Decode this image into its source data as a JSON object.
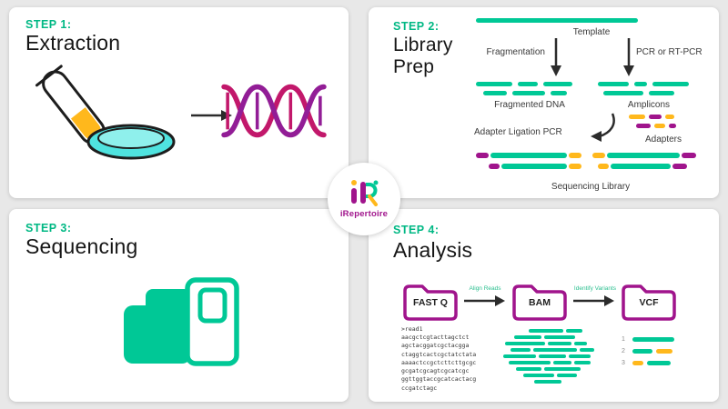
{
  "colors": {
    "teal": "#00C896",
    "step_green": "#00B884",
    "magenta": "#A0148C",
    "orange": "#FFB81C",
    "dark": "#161616",
    "background": "#E8E8E8",
    "panel": "#FFFFFF",
    "dna_pink": "#C2186B",
    "dna_purple": "#921D96",
    "petri_cyan": "#4FE3DF"
  },
  "panels": {
    "step1": {
      "step": "STEP 1:",
      "title": "Extraction"
    },
    "step2": {
      "step": "STEP 2:",
      "title": "Library Prep",
      "template": "Template",
      "fragmentation": "Fragmentation",
      "pcr": "PCR or RT-PCR",
      "fragmented_dna": "Fragmented DNA",
      "amplicons": "Amplicons",
      "adapter_ligation": "Adapter Ligation PCR",
      "adapters": "Adapters",
      "sequencing_library": "Sequencing Library"
    },
    "step3": {
      "step": "STEP 3:",
      "title": "Sequencing"
    },
    "step4": {
      "step": "STEP 4:",
      "title": "Analysis",
      "fastq": "FAST Q",
      "bam": "BAM",
      "vcf": "VCF",
      "align_reads": "Align Reads",
      "identify_variants": "Identify Variants",
      "fastq_lines": [
        ">read1",
        "aacgctcgtacttagctct",
        "agctacggatcgctacgga",
        "ctaggtcactcgctatctata",
        "aaaactccgctcttcttgcgc",
        "gcgatcgcagtcgcatcgc",
        "ggttggtaccgcatcactacg",
        "ccgatctagc"
      ],
      "vcf_numbers": [
        "1",
        "2",
        "3"
      ]
    }
  },
  "logo": {
    "brand": "iRepertoire"
  }
}
